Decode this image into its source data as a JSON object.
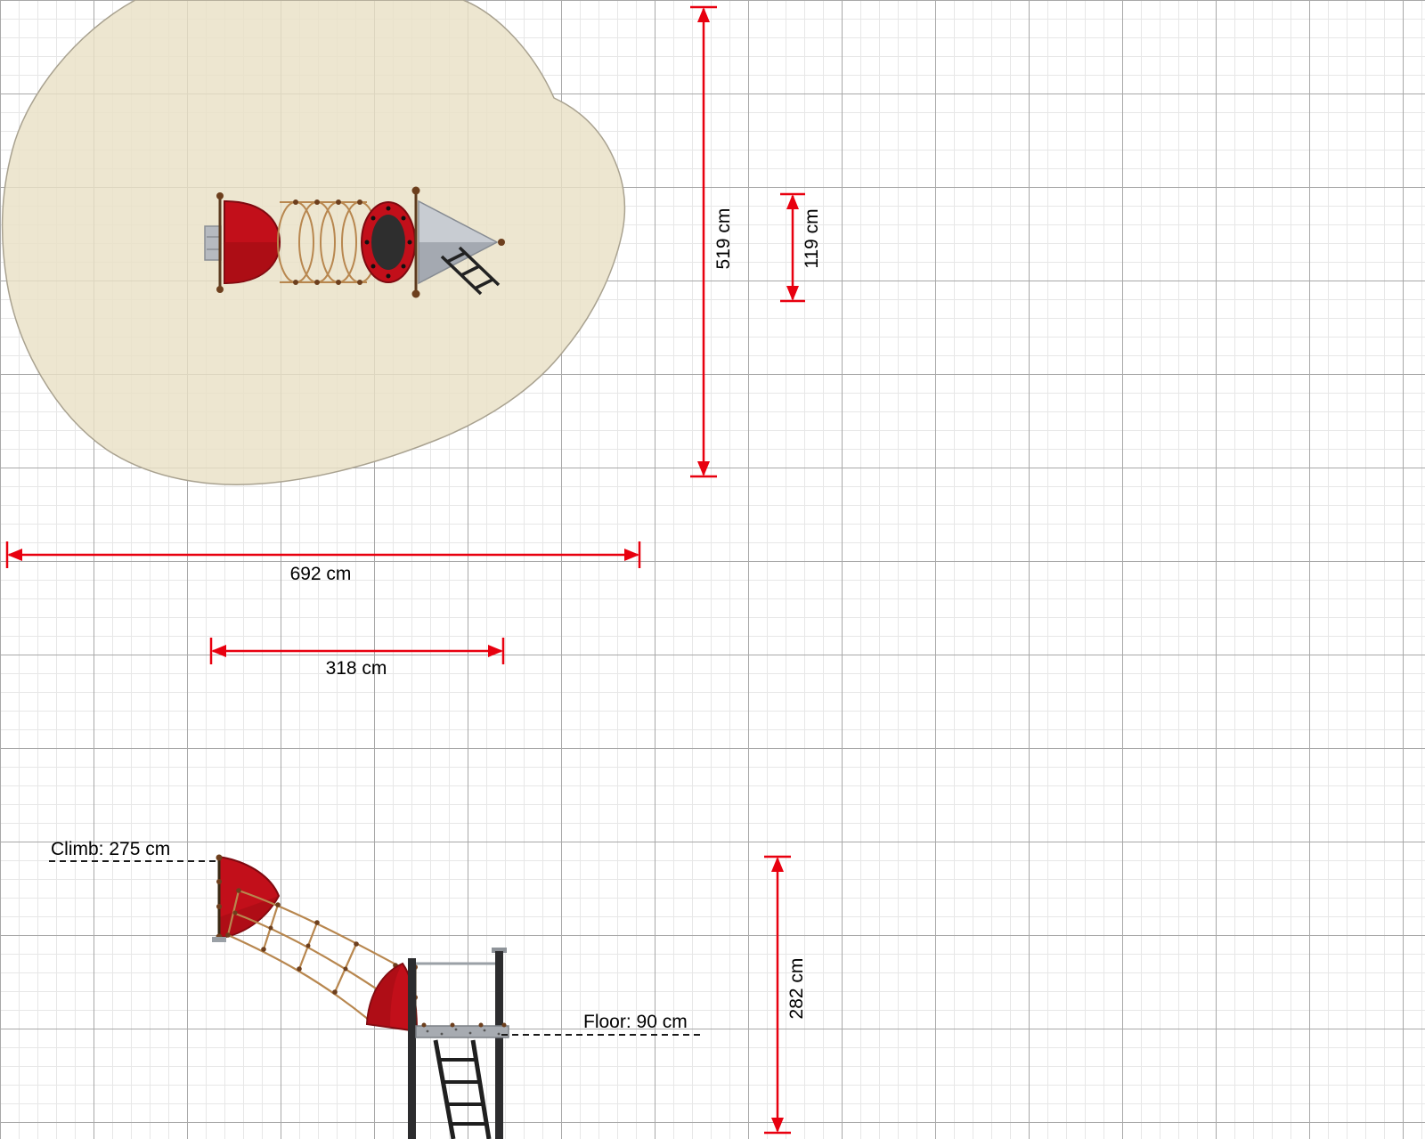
{
  "colors": {
    "dimension_red": "#e8000f",
    "surface_fill": "#e9e1c6",
    "equipment_red": "#c20f1a",
    "roof_gray": "#b3b8bf",
    "rope_tan": "#b8874f",
    "post_dark": "#2c2c2e"
  },
  "plan_view": {
    "safety_area_width": "519 cm",
    "equipment_width": "119 cm",
    "safety_area_length": "692 cm",
    "equipment_length": "318 cm"
  },
  "elevation_view": {
    "climb_height": "Climb: 275 cm",
    "floor_height": "Floor: 90 cm",
    "overall_height": "282 cm"
  }
}
